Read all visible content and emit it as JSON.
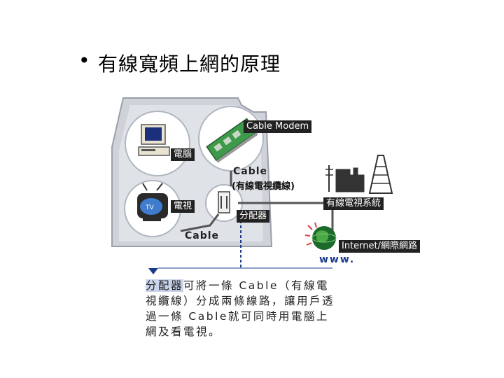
{
  "title": {
    "bullet": "•",
    "text": "有線寬頻上網的原理"
  },
  "labels": {
    "cable_modem": "Cable Modem",
    "computer": "電腦",
    "tv": "電視",
    "tv_screen": "TV",
    "splitter": "分配器",
    "cable_top_en": "Cable",
    "cable_top_zh": "(有線電視纜線)",
    "cable_bottom": "Cable",
    "cable_system": "有線電視系統",
    "internet": "Internet/網際網路",
    "www": "www."
  },
  "description": {
    "highlight": "分配器",
    "text": "可將一條 Cable（有線電視纜線）分成兩條線路，讓用戶透過一條 Cable就可同時用電腦上網及看電視。"
  }
}
